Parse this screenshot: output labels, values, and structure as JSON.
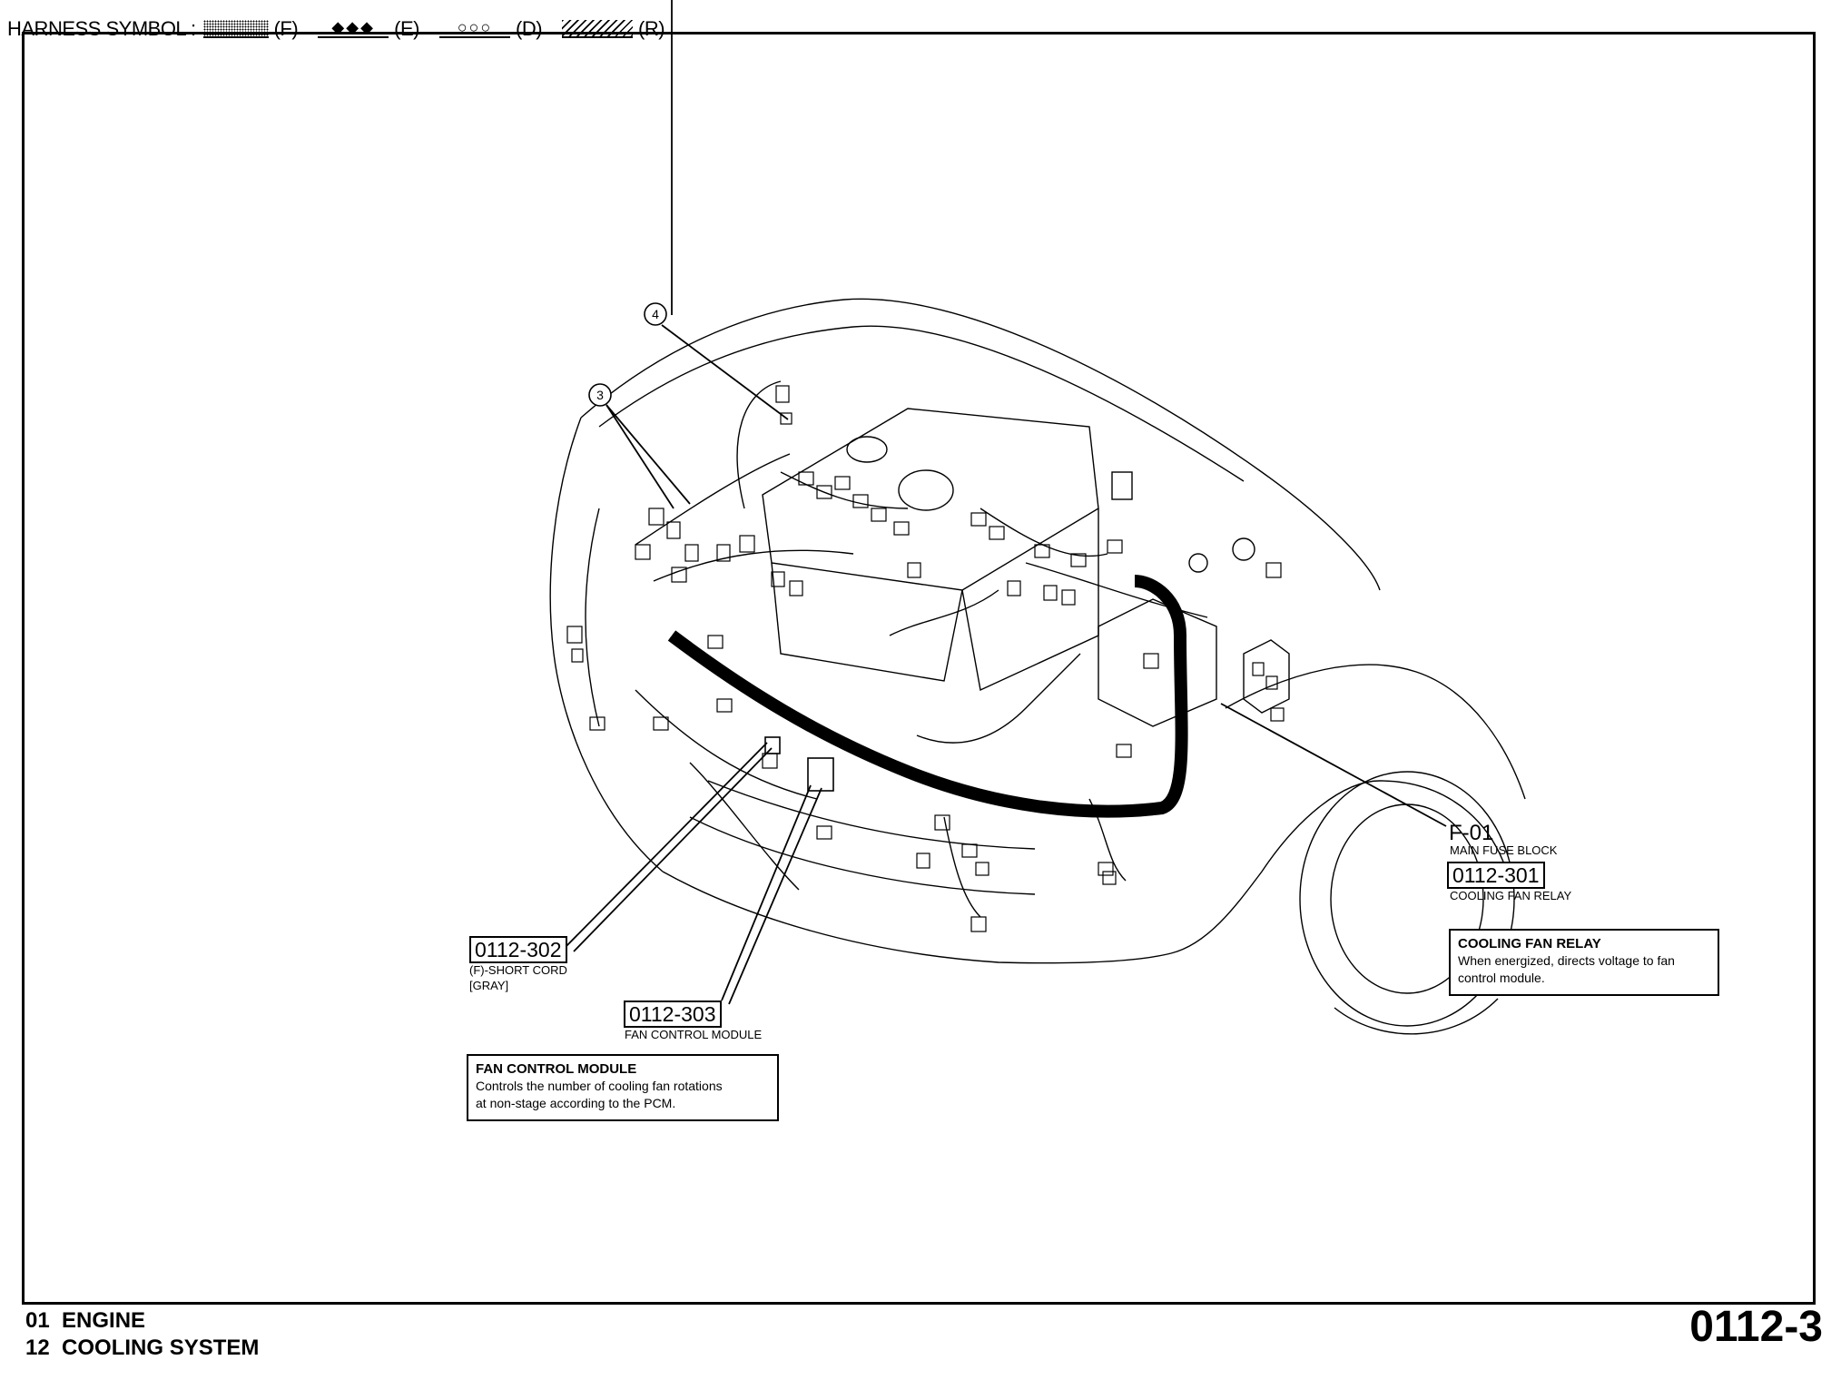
{
  "header": {
    "label": "HARNESS SYMBOL :",
    "legend": [
      {
        "code": "(F)",
        "symbol": "dotted-band"
      },
      {
        "code": "(E)",
        "symbol": "diamonds",
        "glyph": "◆◆◆"
      },
      {
        "code": "(D)",
        "symbol": "circles",
        "glyph": "○○○"
      },
      {
        "code": "(R)",
        "symbol": "hatched"
      }
    ]
  },
  "callouts": {
    "circle_4": "4",
    "circle_3": "3"
  },
  "labels": {
    "f01": {
      "code": "F-01",
      "desc": "MAIN FUSE BLOCK"
    },
    "c301": {
      "code": "0112-301",
      "desc": "COOLING FAN RELAY"
    },
    "c302": {
      "code": "0112-302",
      "desc1": "(F)-SHORT CORD",
      "desc2": "[GRAY]"
    },
    "c303": {
      "code": "0112-303",
      "desc": "FAN CONTROL MODULE"
    }
  },
  "notes": {
    "relay": {
      "title": "COOLING FAN RELAY",
      "line1": "When energized, directs voltage to fan",
      "line2": "control module."
    },
    "module": {
      "title": "FAN CONTROL MODULE",
      "line1": "Controls the number of cooling fan rotations",
      "line2": "at non-stage according to the PCM."
    }
  },
  "footer": {
    "line1": "01  ENGINE",
    "line2": "12  COOLING SYSTEM",
    "page": "0112-3"
  }
}
